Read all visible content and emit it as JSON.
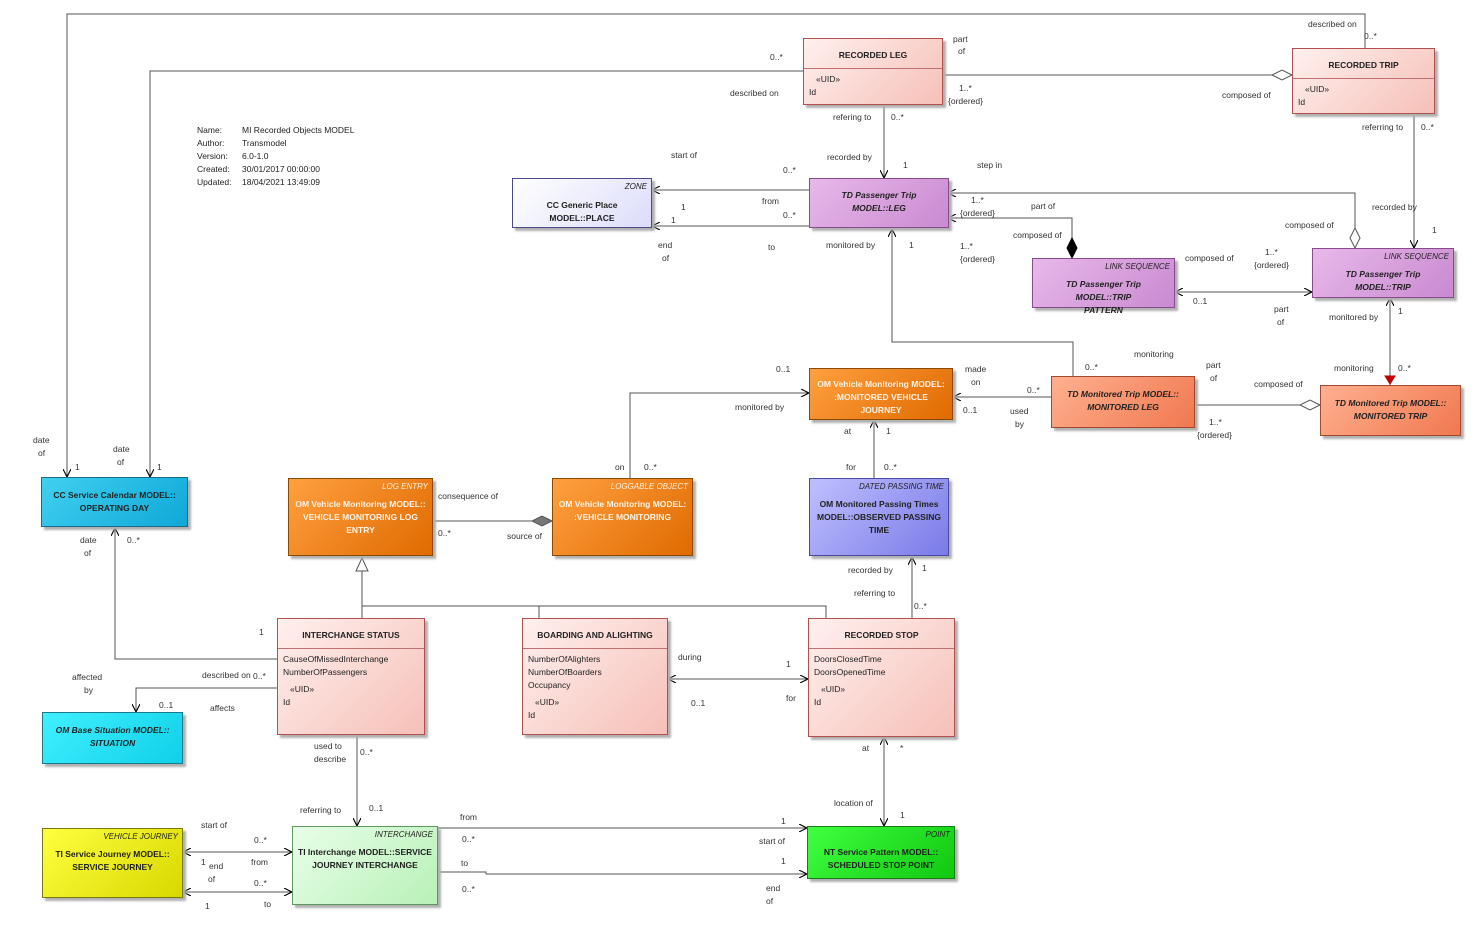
{
  "metadata": {
    "name_label": "Name:",
    "name": "MI Recorded Objects  MODEL",
    "author_label": "Author:",
    "author": "Transmodel",
    "version_label": "Version:",
    "version": "6.0-1.0",
    "created_label": "Created:",
    "created": "30/01/2017 00:00:00",
    "updated_label": "Updated:",
    "updated": "18/04/2021 13:49:09"
  },
  "boxes": {
    "recorded_leg": {
      "name": "RECORDED LEG",
      "stereo": "«UID»",
      "attr": "Id"
    },
    "recorded_trip": {
      "name": "RECORDED TRIP",
      "stereo": "«UID»",
      "attr": "Id"
    },
    "place": {
      "stereotype": "ZONE",
      "name": "CC Generic Place MODEL::PLACE"
    },
    "td_leg": {
      "name": "TD Passenger Trip MODEL::LEG"
    },
    "trip_pattern": {
      "stereotype": "LINK SEQUENCE",
      "name1": "TD Passenger Trip MODEL::TRIP",
      "name2": "PATTERN"
    },
    "td_trip": {
      "stereotype": "LINK SEQUENCE",
      "name": "TD Passenger Trip MODEL::TRIP"
    },
    "mon_vehicle_journey": {
      "name1": "OM Vehicle Monitoring MODEL:",
      "name2": ":MONITORED VEHICLE",
      "name3": "JOURNEY"
    },
    "mon_leg": {
      "name1": "TD Monitored Trip MODEL::",
      "name2": "MONITORED LEG"
    },
    "mon_trip": {
      "name1": "TD Monitored Trip MODEL::",
      "name2": "MONITORED TRIP"
    },
    "operating_day": {
      "name1": "CC Service Calendar MODEL::",
      "name2": "OPERATING DAY"
    },
    "log_entry": {
      "stereotype": "LOG ENTRY",
      "name1": "OM Vehicle Monitoring MODEL::",
      "name2": "VEHICLE MONITORING LOG",
      "name3": "ENTRY"
    },
    "vehicle_monitoring": {
      "stereotype": "LOGGABLE OBJECT",
      "name1": "OM Vehicle Monitoring MODEL:",
      "name2": ":VEHICLE MONITORING"
    },
    "observed_passing": {
      "stereotype": "DATED PASSING TIME",
      "name1": "OM Monitored Passing Times",
      "name2": "MODEL::OBSERVED PASSING",
      "name3": "TIME"
    },
    "interchange_status": {
      "name": "INTERCHANGE STATUS",
      "a1": "CauseOfMissedInterchange",
      "a2": "NumberOfPassengers",
      "stereo": "«UID»",
      "a3": "Id"
    },
    "boarding": {
      "name": "BOARDING AND ALIGHTING",
      "a1": "NumberOfAlighters",
      "a2": "NumberOfBoarders",
      "a3": "Occupancy",
      "stereo": "«UID»",
      "a4": "Id"
    },
    "recorded_stop": {
      "name": "RECORDED STOP",
      "a1": "DoorsClosedTime",
      "a2": "DoorsOpenedTime",
      "stereo": "«UID»",
      "a3": "Id"
    },
    "situation": {
      "name1": "OM Base Situation MODEL::",
      "name2": "SITUATION"
    },
    "service_journey": {
      "stereotype": "VEHICLE JOURNEY",
      "name1": "TI Service Journey MODEL::",
      "name2": "SERVICE JOURNEY"
    },
    "sj_interchange": {
      "stereotype": "INTERCHANGE",
      "name1": "TI Interchange MODEL::SERVICE",
      "name2": "JOURNEY INTERCHANGE"
    },
    "stop_point": {
      "stereotype": "POINT",
      "name1": "NT Service Pattern MODEL::",
      "name2": "SCHEDULED STOP POINT"
    }
  },
  "labels": {
    "l1": "described on",
    "l2": "0..*",
    "l3": "part",
    "l4": "of",
    "l5": "0..*",
    "l6": "described on",
    "l7": "1..*",
    "l8": "{ordered}",
    "l9": "composed of",
    "l10": "refering to",
    "l11": "0..*",
    "l12": "referring to",
    "l13": "0..*",
    "l14": "start of",
    "l15": "0..*",
    "l16": "recorded by",
    "l17": "1",
    "l18": "step in",
    "l19": "recorded by",
    "l20": "1",
    "l21": "from",
    "l22": "0..*",
    "l23": "1",
    "l24": "1",
    "l25": "end",
    "l26": "of",
    "l27": "to",
    "l28": "1..*",
    "l29": "{ordered}",
    "l30": "part of",
    "l31": "composed of",
    "l32": "composed of",
    "l33": "monitored by",
    "l34": "1",
    "l35": "1..*",
    "l36": "{ordered}",
    "l37": "composed of",
    "l38": "1..*",
    "l39": "{ordered}",
    "l40": "0..1",
    "l41": "part",
    "l42": "of",
    "l43": "monitored by",
    "l44": "1",
    "l45": "monitoring",
    "l46": "0..*",
    "l47": "0..1",
    "l48": "made",
    "l49": "on",
    "l50": "0..*",
    "l51": "0..1",
    "l52": "used",
    "l53": "by",
    "l54": "monitored by",
    "l55": "monitoring",
    "l56": "part",
    "l57": "of",
    "l58": "composed of",
    "l59": "1..*",
    "l60": "{ordered}",
    "l61": "at",
    "l62": "1",
    "l63": "for",
    "l64": "0..*",
    "l65": "on",
    "l66": "0..*",
    "l67": "date",
    "l68": "of",
    "l69": "1",
    "l70": "date",
    "l71": "of",
    "l72": "1",
    "l73": "consequence of",
    "l74": "0..*",
    "l75": "source of",
    "l76": "date",
    "l77": "of",
    "l78": "0..*",
    "l79": "recorded by",
    "l80": "1",
    "l81": "referring to",
    "l82": "0..*",
    "l83": "1",
    "l84": "affected",
    "l85": "by",
    "l86": "described on",
    "l87": "0..*",
    "l88": "0..1",
    "l89": "affects",
    "l90": "during",
    "l91": "1",
    "l92": "0..1",
    "l93": "for",
    "l94": "used to",
    "l95": "describe",
    "l96": "0..*",
    "l97": "at",
    "l98": "*",
    "l99": "referring to",
    "l100": "0..1",
    "l101": "location of",
    "l102": "1",
    "l103": "start of",
    "l104": "0..*",
    "l105": "1",
    "l106": "end",
    "l107": "of",
    "l108": "from",
    "l109": "0..*",
    "l110": "1",
    "l111": "to",
    "l112": "from",
    "l113": "0..*",
    "l114": "1",
    "l115": "start of",
    "l116": "to",
    "l117": "0..*",
    "l118": "1",
    "l119": "end",
    "l120": "of"
  }
}
